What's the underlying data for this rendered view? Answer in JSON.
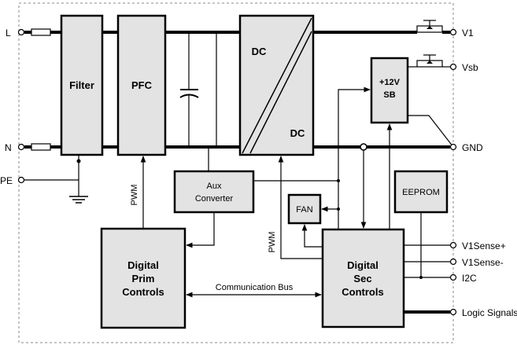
{
  "colors": {
    "block_fill": "#e3e3e3",
    "line": "#000000",
    "border_dash": "#888888"
  },
  "inputs": {
    "L": "L",
    "N": "N",
    "PE": "PE"
  },
  "outputs": {
    "v1": "V1",
    "vsb": "Vsb",
    "gnd": "GND",
    "v1sense_plus": "V1Sense+",
    "v1sense_minus": "V1Sense-",
    "i2c": "I2C",
    "logic_signals": "Logic Signals"
  },
  "blocks": {
    "filter": "Filter",
    "pfc": "PFC",
    "dc_top": "DC",
    "dc_bottom": "DC",
    "sb_line1": "+12V",
    "sb_line2": "SB",
    "aux_line1": "Aux",
    "aux_line2": "Converter",
    "fan": "FAN",
    "eeprom": "EEPROM",
    "prim_line1": "Digital",
    "prim_line2": "Prim",
    "prim_line3": "Controls",
    "sec_line1": "Digital",
    "sec_line2": "Sec",
    "sec_line3": "Controls"
  },
  "signals": {
    "pwm_prim": "PWM",
    "pwm_sec": "PWM",
    "comm_bus": "Communication Bus"
  }
}
